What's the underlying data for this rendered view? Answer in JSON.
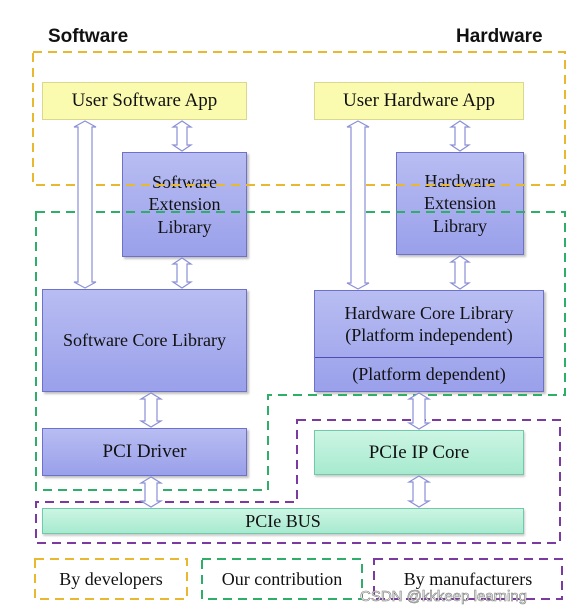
{
  "headings": {
    "software": "Software",
    "hardware": "Hardware"
  },
  "boxes": {
    "user_software_app": "User Software App",
    "user_hardware_app": "User Hardware App",
    "software_extension_library": "Software\nExtension\nLibrary",
    "hardware_extension_library": "Hardware\nExtension\nLibrary",
    "software_core_library": "Software Core Library",
    "hardware_core_library": "Hardware Core Library\n(Platform independent)",
    "platform_dependent": "(Platform dependent)",
    "pci_driver": "PCI Driver",
    "pcie_ip_core": "PCIe IP Core",
    "pcie_bus": "PCIe BUS"
  },
  "legend": {
    "developers": "By developers",
    "contribution": "Our contribution",
    "manufacturers": "By manufacturers"
  },
  "watermark": "CSDN @kkkeep learning",
  "colors": {
    "developers_dash": "#e8b830",
    "contribution_dash": "#2fae6a",
    "manufacturers_dash": "#7a3aa0",
    "arrow": "#8a8fd6"
  }
}
